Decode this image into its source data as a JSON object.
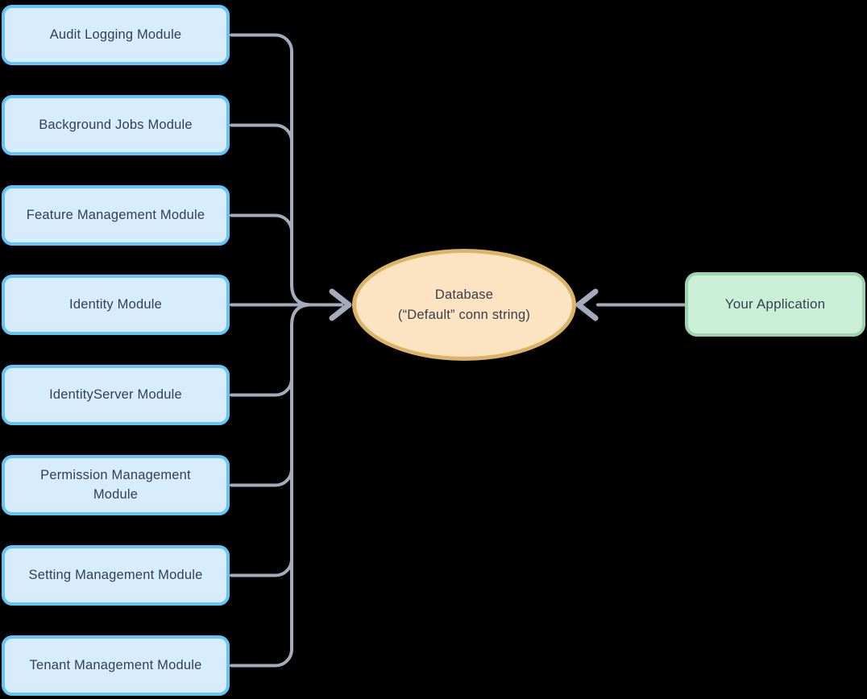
{
  "diagram": {
    "modules": [
      {
        "label": "Audit Logging Module"
      },
      {
        "label": "Background Jobs Module"
      },
      {
        "label": "Feature Management Module"
      },
      {
        "label": "Identity Module"
      },
      {
        "label": "IdentityServer Module"
      },
      {
        "label": "Permission Management Module"
      },
      {
        "label": "Setting Management Module"
      },
      {
        "label": "Tenant Management Module"
      }
    ],
    "database": {
      "line1": "Database",
      "line2": "(“Default” conn string)"
    },
    "application": {
      "label": "Your Application"
    },
    "colors": {
      "module_fill": "#d7edfd",
      "module_border": "#63c4f5",
      "database_fill": "#fce4c3",
      "database_border": "#dcb467",
      "application_fill": "#c9f0d7",
      "application_border": "#9dd4af",
      "connector": "#a3abbd",
      "text": "#363f4e",
      "background": "#000000"
    }
  }
}
